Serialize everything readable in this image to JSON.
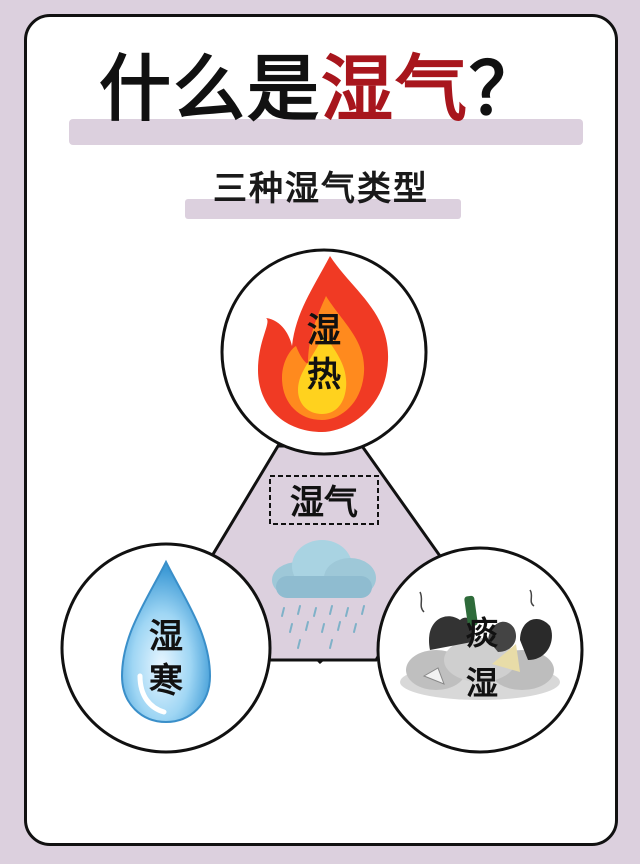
{
  "title": {
    "prefix": "什么是",
    "accent": "湿气",
    "suffix": "？"
  },
  "subtitle": "三种湿气类型",
  "center_label": "湿气",
  "types": [
    {
      "char1": "湿",
      "char2": "热",
      "icon": "flame-icon"
    },
    {
      "char1": "湿",
      "char2": "寒",
      "icon": "water-drop-icon"
    },
    {
      "char1": "痰",
      "char2": "湿",
      "icon": "garbage-pile-icon"
    }
  ],
  "colors": {
    "accent": "#a8161d",
    "band": "#dcd0de",
    "triangle": "#dcd0de"
  }
}
